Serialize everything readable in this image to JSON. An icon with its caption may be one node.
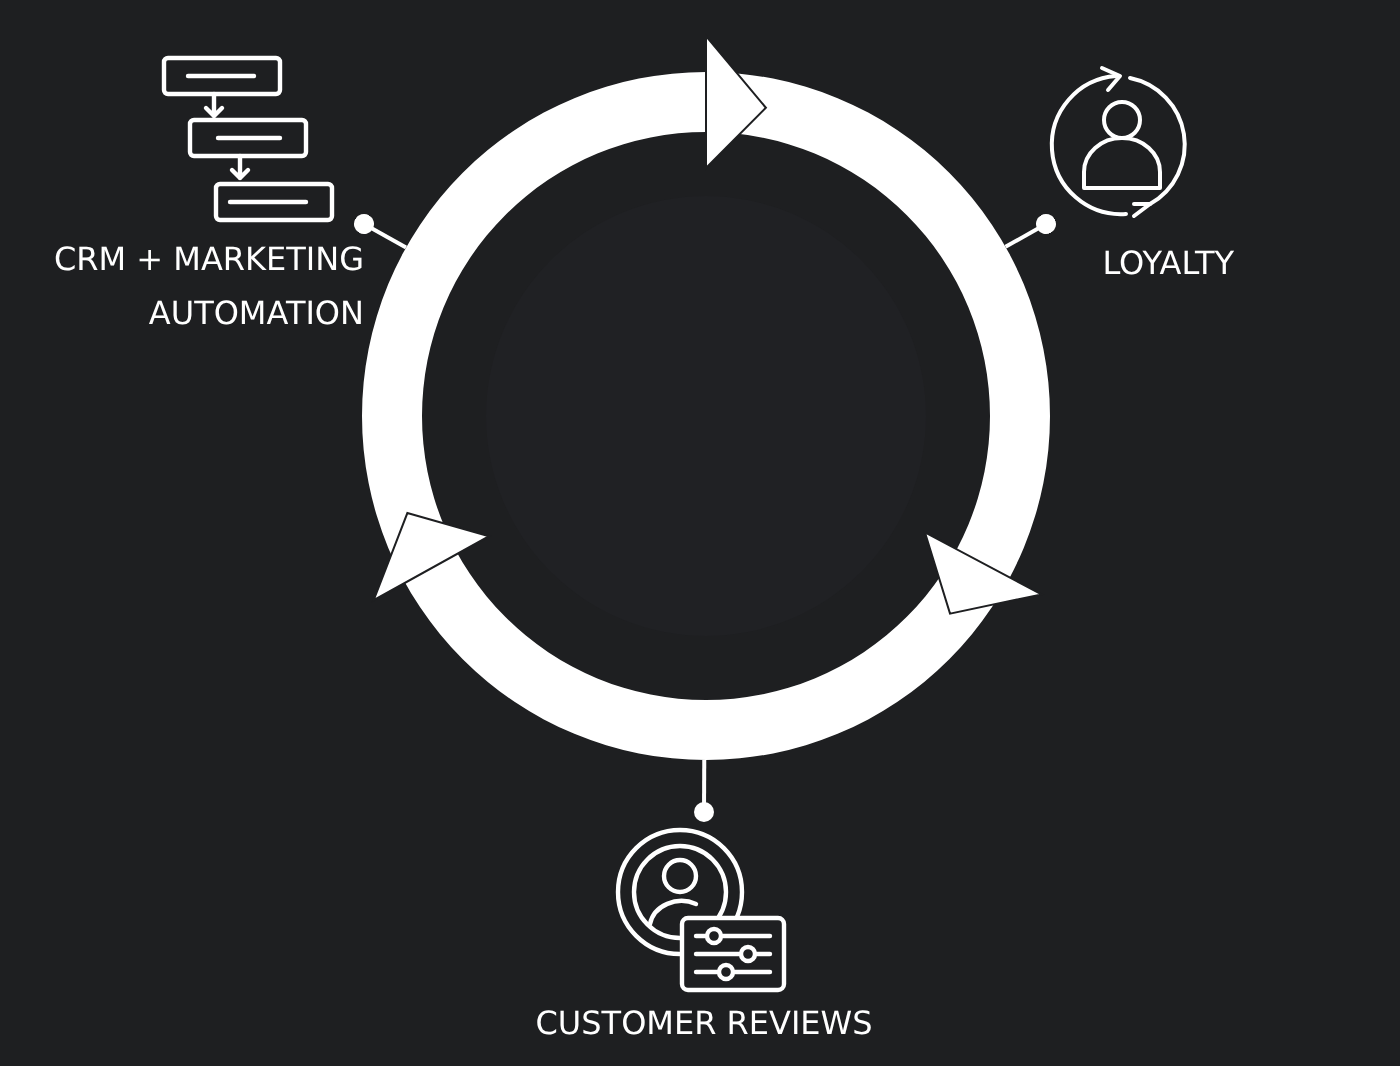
{
  "diagram": {
    "nodes": [
      {
        "text": [],
        "shape": "circle"
      },
      {
        "text": [
          "CRM + MARKETING AUTOMATION"
        ]
      },
      {
        "text": [
          "LOYALTY"
        ]
      },
      {
        "text": [
          "CUSTOMER REVIEWS"
        ]
      }
    ],
    "edges": [
      {
        "from": 1,
        "to": 0,
        "arrow": "other"
      },
      {
        "from": 2,
        "to": 0,
        "arrow": "other"
      },
      {
        "from": 3,
        "to": 0,
        "arrow": "other"
      }
    ]
  }
}
